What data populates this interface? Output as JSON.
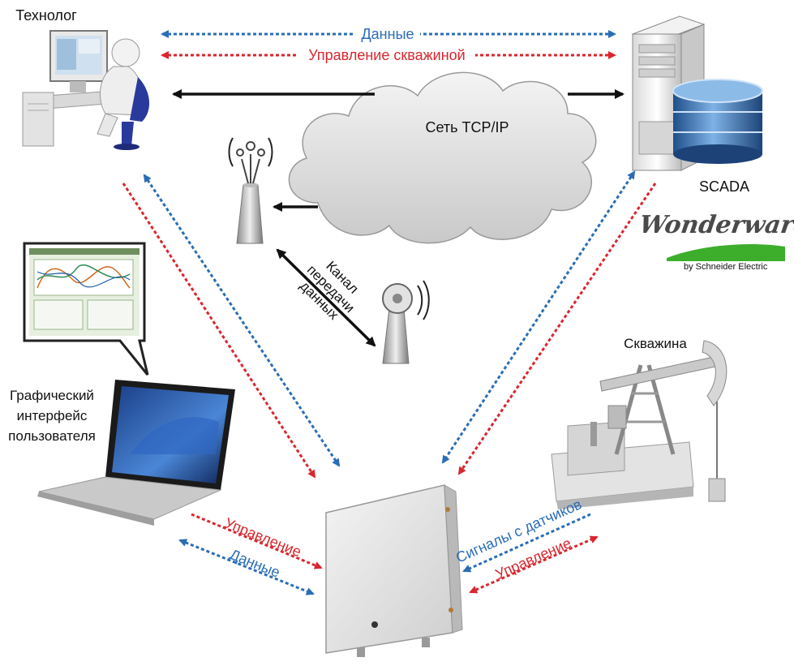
{
  "nodes": {
    "technologist": "Технолог",
    "scada": "SCADA",
    "network": "Сеть TCP/IP",
    "channel": [
      "Канал",
      "передачи",
      "данных"
    ],
    "gui": [
      "Графический",
      "интерфейс",
      "пользователя"
    ],
    "well": "Скважина"
  },
  "logo": {
    "text": "Wonderware",
    "byline": "by Schneider Electric"
  },
  "arrows": {
    "data": "Данные",
    "well_control": "Управление скважиной",
    "control": "Управление",
    "sensor_signals": "Сигналы с датчиков"
  },
  "colors": {
    "data_arrow": "#2a6db5",
    "control_arrow": "#d9262e",
    "network_arrow": "#111111",
    "logo_green": "#3dae2b"
  },
  "icons": [
    "workstation-icon",
    "server-icon",
    "database-icon",
    "cloud-icon",
    "antenna-icon",
    "laptop-icon",
    "controller-icon",
    "pumpjack-icon",
    "screen-callout-icon"
  ]
}
